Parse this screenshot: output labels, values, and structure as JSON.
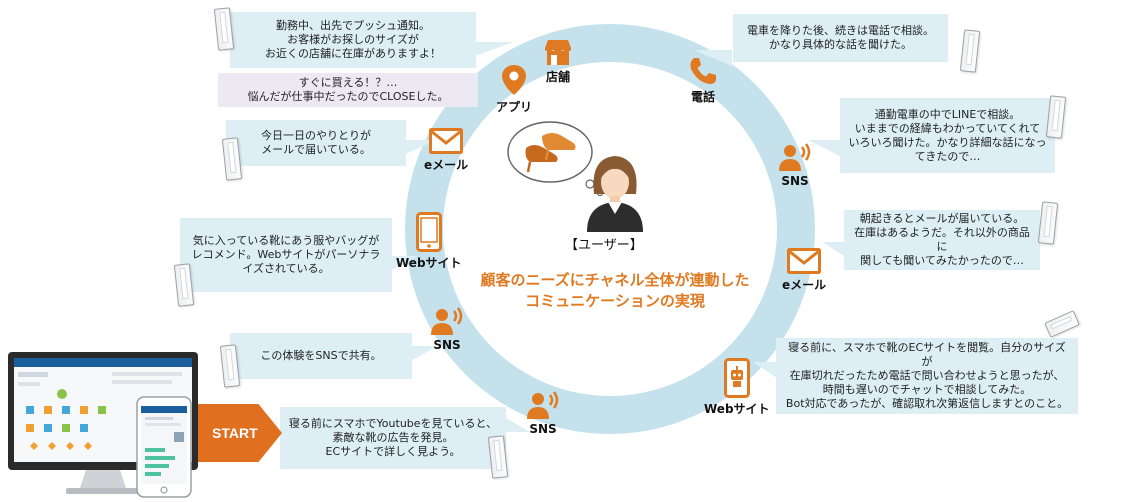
{
  "center": {
    "title": "顧客のニーズにチャネル全体が連動した\nコミュニケーションの実現",
    "user_label": "【ユーザー】"
  },
  "start_label": "START",
  "nodes": {
    "store": "店舗",
    "app": "アプリ",
    "phone": "電話",
    "email_left": "eメール",
    "sns_right": "SNS",
    "website_left": "Webサイト",
    "email_right": "eメール",
    "sns_left": "SNS",
    "website_right": "Webサイト",
    "sns_bottom": "SNS"
  },
  "bubbles": {
    "push": "勤務中、出先でプッシュ通知。\nお客様がお探しのサイズが\nお近くの店舗に在庫がありますよ！",
    "buy_now": "すぐに買える！？…\n悩んだが仕事中だったのでCLOSEした。",
    "phone_call": "電車を降りた後、続きは電話で相談。\nかなり具体的な話を聞けた。",
    "line": "通勤電車の中でLINEで相談。\nいままでの経緯もわかっていてくれて\nいろいろ聞けた。かなり詳細な話になっ\nてきたので…",
    "email_left": "今日一日のやりとりが\nメールで届いている。",
    "email_right": "朝起きるとメールが届いている。\n在庫はあるようだ。それ以外の商品に\n関しても聞いてみたかったので…",
    "recommend": "気に入っている靴にあう服やバッグが\nレコメンド。Webサイトがパーソナラ\nイズされている。",
    "share": "この体験をSNSで共有。",
    "chat": "寝る前に、スマホで靴のECサイトを閲覧。自分のサイズが\n在庫切れだったため電話で問い合わせようと思ったが、\n時間も遅いのでチャットで相談してみた。\nBot対応であったが、確認取れ次第返信しますとのこと。",
    "youtube": "寝る前にスマホでYoutubeを見ていると、\n素敵な靴の広告を発見。\nECサイトで詳しく見よう。"
  },
  "colors": {
    "accent": "#e07a22",
    "ring": "#c5e2ec",
    "bubble": "#ddeff5",
    "bubble_alt": "#ece9f2"
  },
  "icons": {
    "store": "store-icon",
    "app": "map-pin-icon",
    "phone": "phone-icon",
    "email": "envelope-icon",
    "sns": "person-speaking-icon",
    "website": "smartphone-icon",
    "website_bot": "smartphone-bot-icon",
    "shoes": "shoes-icon",
    "user": "woman-avatar-icon"
  }
}
